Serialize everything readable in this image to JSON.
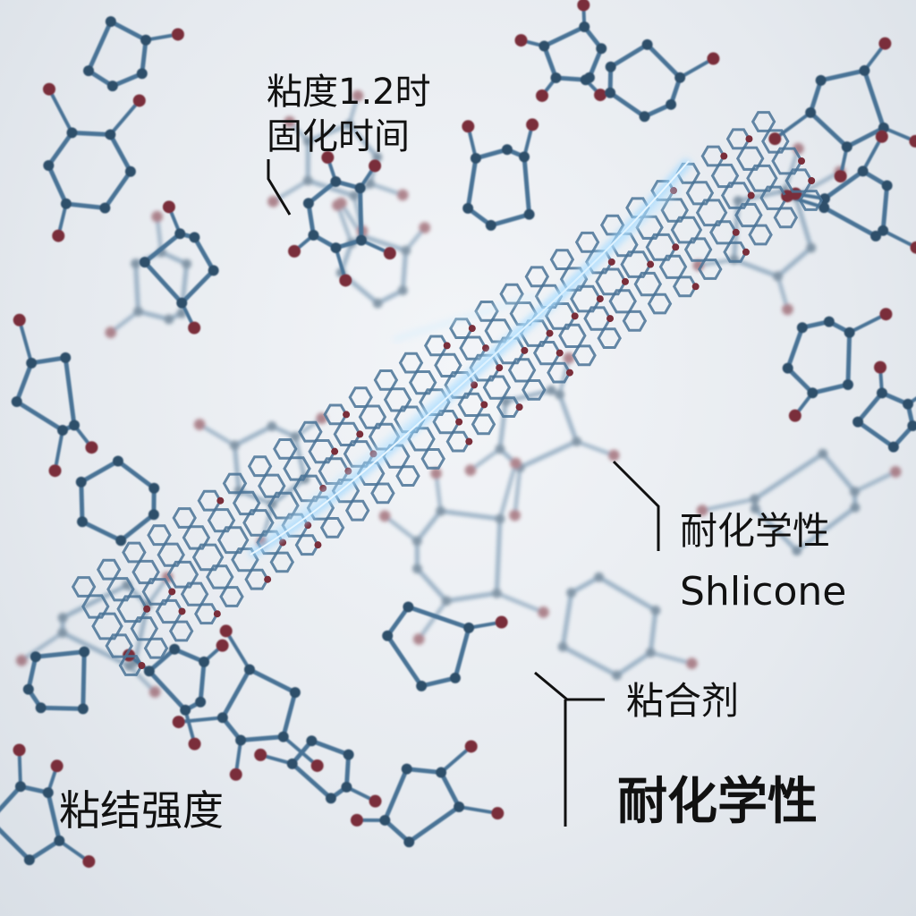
{
  "labels": {
    "viscosity_line1": "粘度1.2时",
    "viscosity_line2": "固化时间",
    "chem_resistance_small": "耐化学性",
    "silicone": "Shlicone",
    "adhesive": "粘合剂",
    "chem_resistance_bold": "耐化学性",
    "bond_strength": "粘结强度"
  },
  "colors": {
    "bond": "#4a7396",
    "bond_dark": "#2f4f6b",
    "atom": "#7a2e3a",
    "glow": "#9fd8ff",
    "leader_line": "#111111"
  }
}
